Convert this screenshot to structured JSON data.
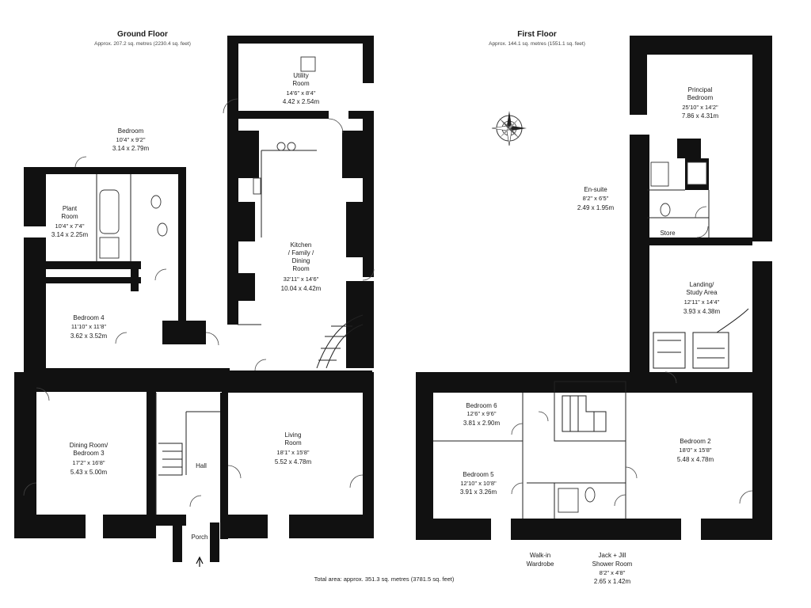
{
  "ground_floor": {
    "title": "Ground Floor",
    "area": "Approx. 207.2 sq. metres (2230.4 sq. feet)",
    "rooms": {
      "utility": {
        "name1": "Utility",
        "name2": "Room",
        "dims": "14'6\" x 8'4\"",
        "metric": "4.42 x 2.54m"
      },
      "bedroom": {
        "name": "Bedroom",
        "dims": "10'4\" x 9'2\"",
        "metric": "3.14 x 2.79m"
      },
      "plant": {
        "name1": "Plant",
        "name2": "Room",
        "dims": "10'4\" x 7'4\"",
        "metric": "3.14 x 2.25m"
      },
      "kitchen": {
        "name1": "Kitchen",
        "name2": "/ Family /",
        "name3": "Dining",
        "name4": "Room",
        "dims": "32'11\" x 14'6\"",
        "metric": "10.04 x 4.42m"
      },
      "bedroom4": {
        "name": "Bedroom 4",
        "dims": "11'10\" x 11'8\"",
        "metric": "3.62 x 3.52m"
      },
      "dining": {
        "name1": "Dining Room/",
        "name2": "Bedroom 3",
        "dims": "17'2\" x 16'8\"",
        "metric": "5.43 x 5.00m"
      },
      "living": {
        "name1": "Living",
        "name2": "Room",
        "dims": "18'1\" x 15'8\"",
        "metric": "5.52 x 4.78m"
      },
      "hall": {
        "name": "Hall"
      },
      "porch": {
        "name": "Porch"
      }
    }
  },
  "first_floor": {
    "title": "First Floor",
    "area": "Approx. 144.1 sq. metres (1551.1 sq. feet)",
    "rooms": {
      "principal": {
        "name1": "Principal",
        "name2": "Bedroom",
        "dims": "25'10\" x 14'2\"",
        "metric": "7.86 x 4.31m"
      },
      "ensuite": {
        "name": "En-suite",
        "dims": "8'2\" x 6'5\"",
        "metric": "2.49 x 1.95m"
      },
      "store": {
        "name": "Store"
      },
      "landing": {
        "name1": "Landing/",
        "name2": "Study Area",
        "dims": "12'11\" x 14'4\"",
        "metric": "3.93 x 4.38m"
      },
      "bedroom6": {
        "name": "Bedroom 6",
        "dims": "12'6\" x 9'6\"",
        "metric": "3.81 x 2.90m"
      },
      "bedroom5": {
        "name": "Bedroom 5",
        "dims": "12'10\" x 10'8\"",
        "metric": "3.91 x 3.26m"
      },
      "bedroom2": {
        "name": "Bedroom 2",
        "dims": "18'0\" x 15'8\"",
        "metric": "5.48 x 4.78m"
      },
      "walkin": {
        "name1": "Walk-in",
        "name2": "Wardrobe"
      },
      "shower": {
        "name1": "Jack + Jill",
        "name2": "Shower Room",
        "dims": "8'2\" x 4'8\"",
        "metric": "2.65 x 1.42m"
      }
    }
  },
  "total": "Total area: approx. 351.3 sq. metres (3781.5 sq. feet)",
  "compass": "compass-rose-icon"
}
